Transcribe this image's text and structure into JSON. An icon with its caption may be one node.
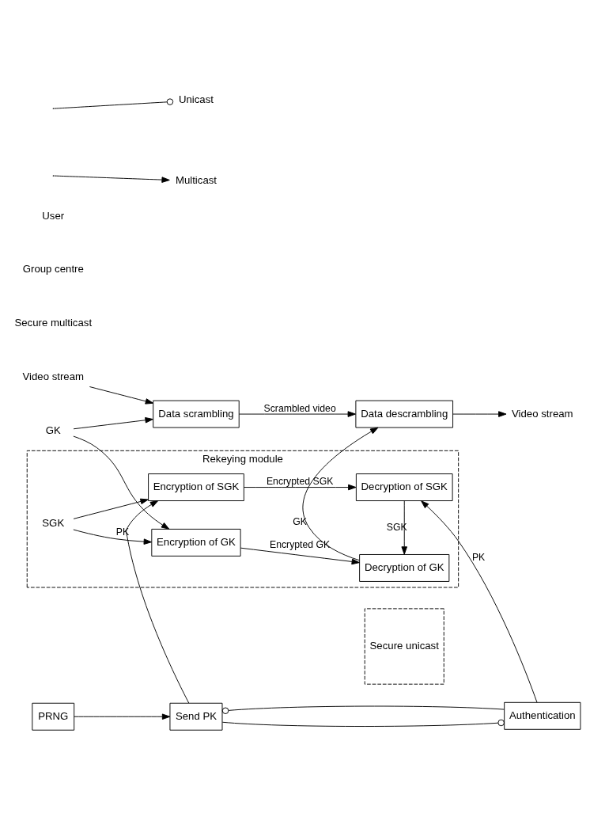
{
  "diagram": {
    "nodes": [
      {
        "text": [
          "Video stream"
        ]
      },
      {
        "text": [
          "GK"
        ]
      },
      {
        "text": [
          "Data scrambling"
        ]
      },
      {
        "text": [
          "Data descrambling"
        ]
      },
      {
        "text": [
          "Video stream"
        ]
      },
      {
        "text": [
          "Rekeying module"
        ]
      },
      {
        "text": [
          "SGK"
        ],
        "in": 5
      },
      {
        "text": [
          "Encryption of GK"
        ],
        "in": 5
      },
      {
        "text": [
          "Decryption of GK"
        ],
        "in": 5
      },
      {
        "text": [
          "Encryption of SGK"
        ],
        "in": 5
      },
      {
        "text": [
          "Decryption of SGK"
        ],
        "in": 5
      },
      {
        "text": [
          "Send PK"
        ]
      },
      {
        "text": [
          "Secure unicast"
        ]
      },
      {
        "text": [
          "Authentication"
        ]
      },
      {
        "text": [
          "PRNG"
        ]
      }
    ],
    "edges": [
      {
        "from": 0,
        "to": 2,
        "arrow": "to"
      },
      {
        "from": 1,
        "to": 2,
        "arrow": "to"
      },
      {
        "from": 1,
        "to": 7,
        "arrow": "to"
      },
      {
        "from": 2,
        "to": 3,
        "arrow": "to",
        "label": "Scrambled video"
      },
      {
        "from": 3,
        "to": 4,
        "arrow": "to"
      },
      {
        "from": 7,
        "to": 8,
        "arrow": "to",
        "label": "Encrypted GK"
      },
      {
        "from": 8,
        "to": 3,
        "arrow": "to",
        "label": "GK"
      },
      {
        "from": 6,
        "to": 7,
        "arrow": "to"
      },
      {
        "from": 6,
        "to": 9,
        "arrow": "to"
      },
      {
        "from": 9,
        "to": 10,
        "arrow": "to",
        "label": "Encrypted SGK"
      },
      {
        "from": 10,
        "to": 8,
        "arrow": "to",
        "label": "SGK"
      },
      {
        "from": 11,
        "to": 9,
        "arrow": "to",
        "label": "PK"
      },
      {
        "from": 13,
        "to": 10,
        "arrow": "to",
        "label": "PK"
      },
      {
        "from": 11,
        "to": 13,
        "arrow": "other"
      },
      {
        "from": 13,
        "to": 11,
        "arrow": "other"
      },
      {
        "from": 14,
        "to": 11,
        "arrow": "to"
      }
    ],
    "labels": [
      "Secure multicast",
      "Group centre",
      "User"
    ],
    "legend": [
      {
        "text": "Unicast"
      },
      {
        "text": "Multicast"
      }
    ]
  }
}
